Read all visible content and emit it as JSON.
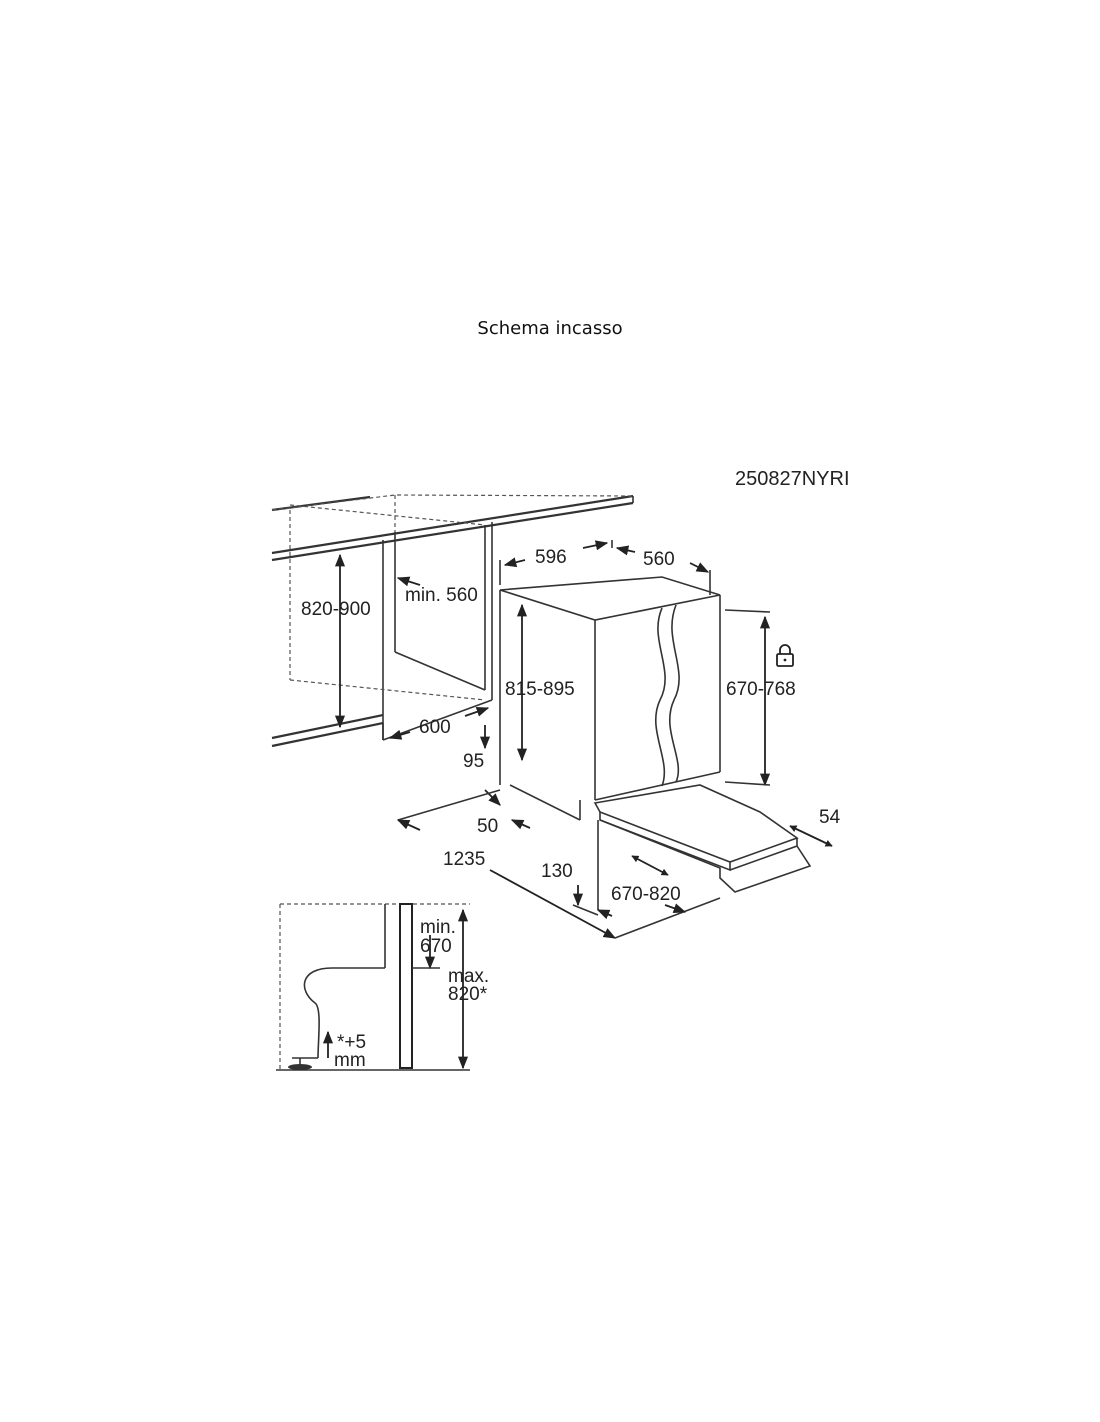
{
  "title": "Schema incasso",
  "model_code": "250827NYRI",
  "icons": {
    "lock": "lock-icon"
  },
  "dimensions": {
    "niche_height": "820-900",
    "niche_min_depth": "min. 560",
    "niche_width": "600",
    "appliance_width": "596",
    "appliance_depth": "560",
    "appliance_height": "815-895",
    "door_height": "670-768",
    "plinth_offset": "95",
    "plinth_gap": "50",
    "total_depth": "1235",
    "plinth_depth": "130",
    "door_travel": "670-820",
    "door_gap": "54"
  },
  "detail": {
    "min_label_1": "min.",
    "min_label_2": "670",
    "max_label_1": "max.",
    "max_label_2": "820*",
    "adj_label_1": "*+5",
    "adj_label_2": "mm"
  }
}
